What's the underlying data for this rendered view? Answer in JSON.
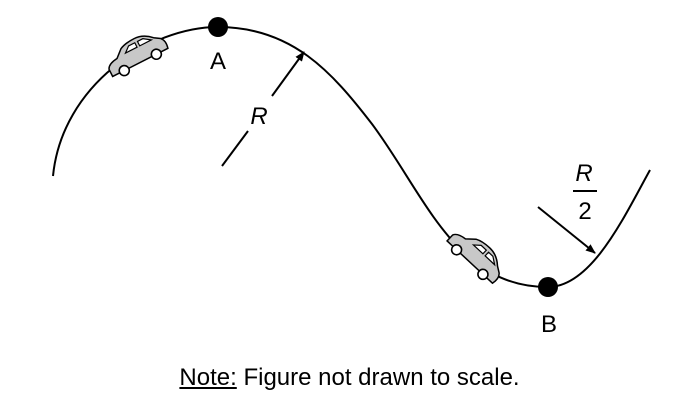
{
  "labels": {
    "point_a": "A",
    "point_b": "B",
    "radius_top": "R",
    "radius_bottom_numerator": "R",
    "radius_bottom_denominator": "2"
  },
  "note": {
    "prefix": "Note:",
    "text": " Figure not drawn to scale."
  },
  "colors": {
    "line": "#000000",
    "car_fill": "#c8c8c8"
  }
}
